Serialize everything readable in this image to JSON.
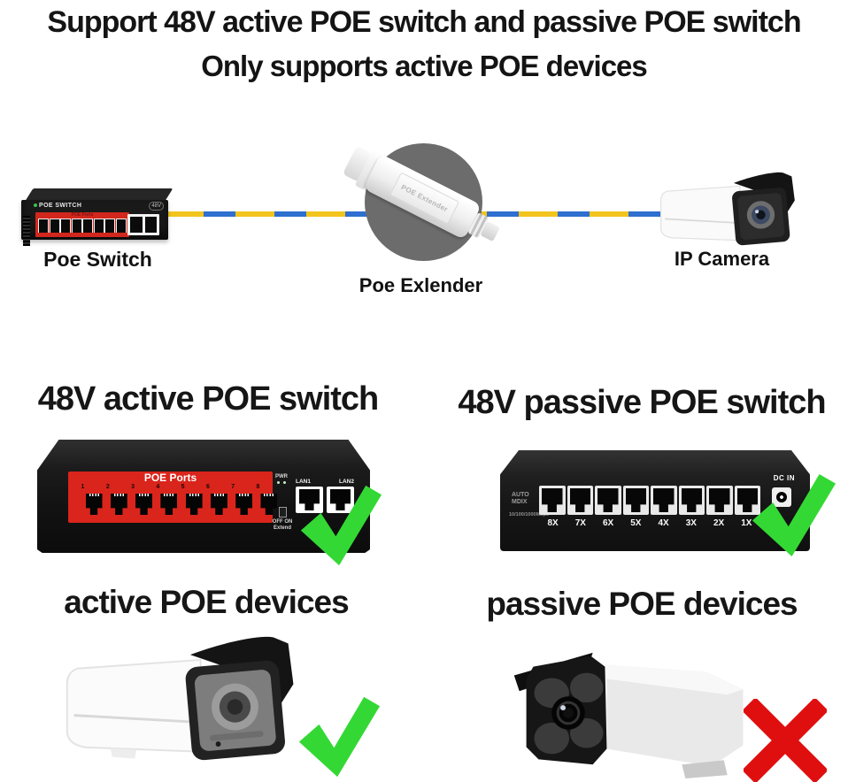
{
  "title": {
    "line1": "Support 48V active POE switch and passive POE switch",
    "line2": "Only supports active POE devices"
  },
  "diagram": {
    "poe_switch": {
      "label": "Poe Switch",
      "device_text": "POE SWITCH",
      "badge": "48V",
      "panel_text": "POE Ports"
    },
    "poe_extender": {
      "label": "Poe Exlender",
      "device_text": "POE Extender"
    },
    "ip_camera": {
      "label": "IP Camera"
    }
  },
  "quadrants": {
    "active_switch": {
      "heading": "48V active POE switch",
      "panel_title": "POE Ports",
      "port_numbers": [
        "1",
        "2",
        "3",
        "4",
        "5",
        "6",
        "7",
        "8"
      ],
      "pwr": "PWR",
      "off_on": "OFF ON",
      "extend": "Extend",
      "lan1": "LAN1",
      "lan2": "LAN2",
      "verdict": "supported"
    },
    "passive_switch": {
      "heading": "48V passive POE switch",
      "line1": "AUTO",
      "line2": "MDIX",
      "speed": "10/100/1000Mbps",
      "dc_in": "DC IN",
      "port_labels": [
        "8X",
        "7X",
        "6X",
        "5X",
        "4X",
        "3X",
        "2X",
        "1X"
      ],
      "verdict": "supported"
    },
    "active_devices": {
      "heading": "active POE devices",
      "verdict": "supported"
    },
    "passive_devices": {
      "heading": "passive POE devices",
      "verdict": "not supported"
    }
  },
  "icons": {
    "supported": "green-checkmark",
    "not_supported": "red-x"
  },
  "colors": {
    "check_green": "#34d834",
    "cross_red": "#df0f0f",
    "cable_yellow": "#f2c41d",
    "cable_blue": "#2e6fd0",
    "switch_panel_red": "#da251c",
    "text": "#141414"
  }
}
